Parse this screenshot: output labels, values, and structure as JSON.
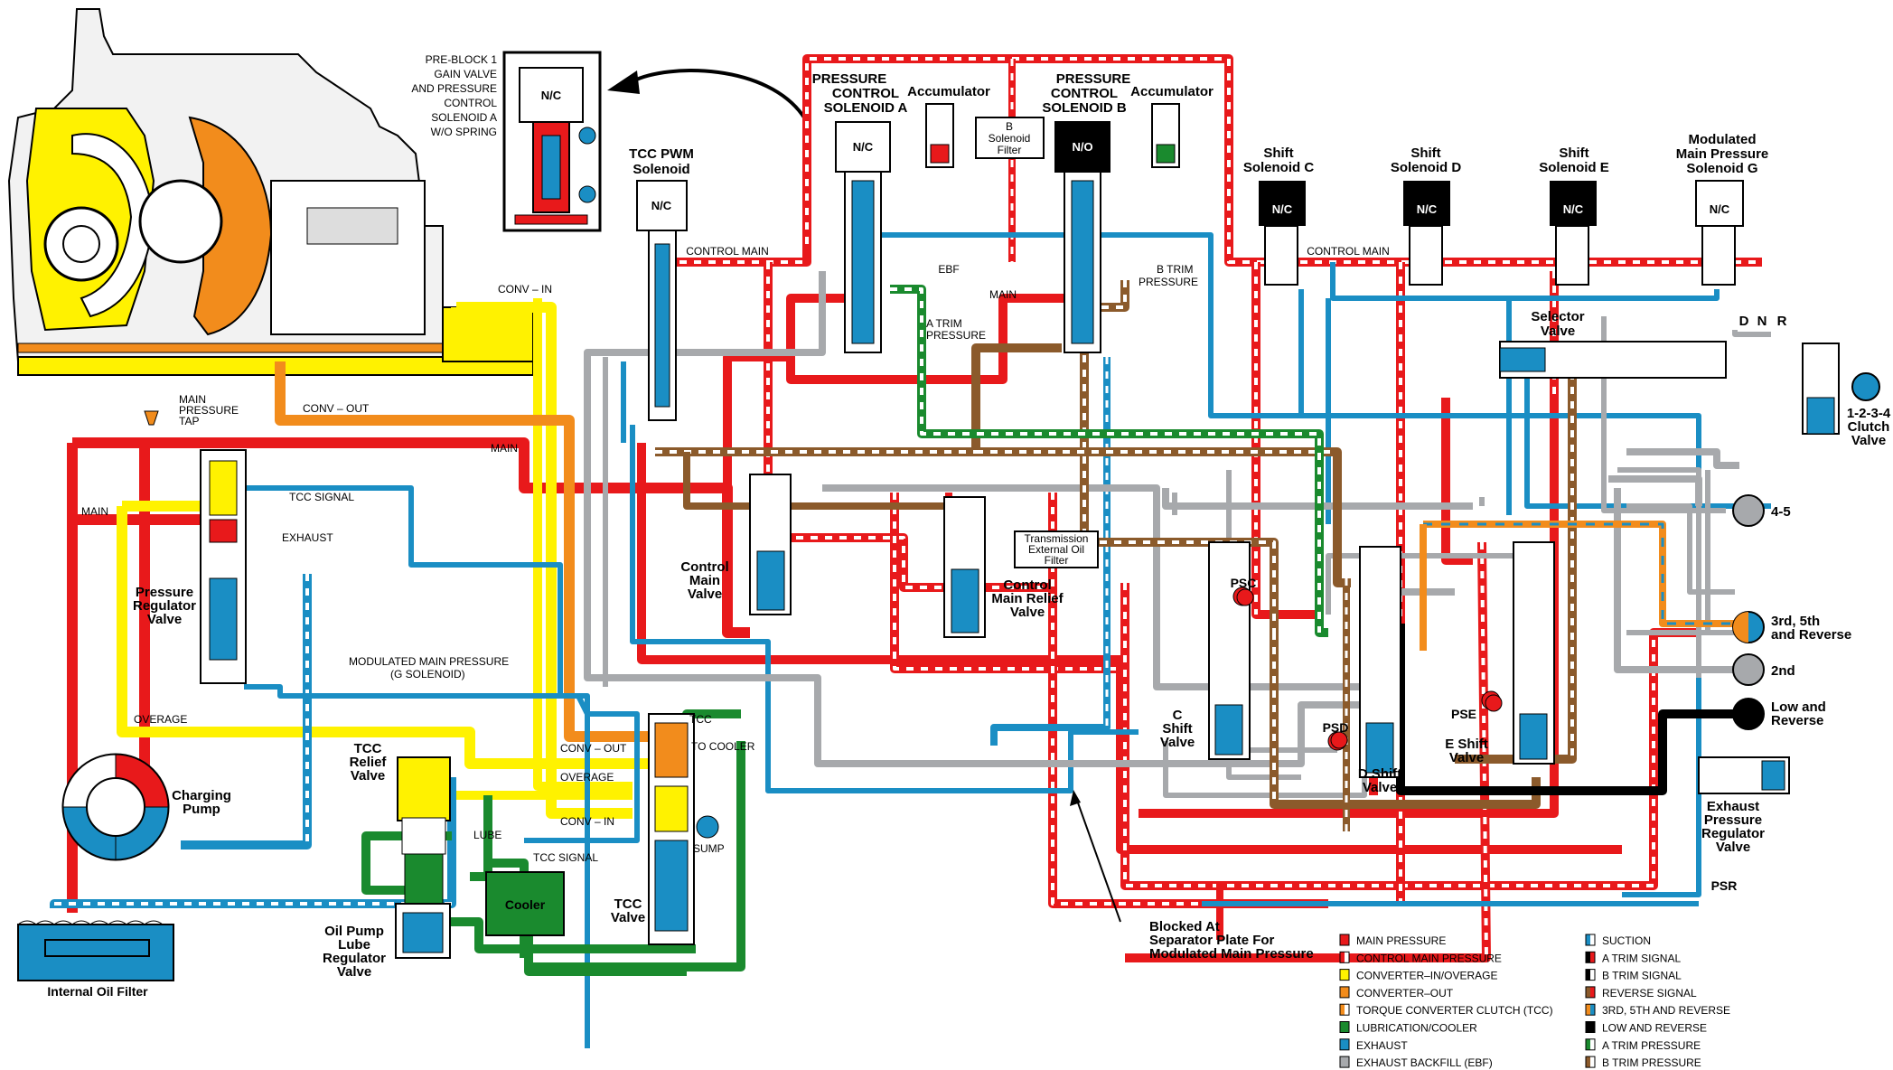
{
  "labels": {
    "preblock_note": [
      "PRE-BLOCK 1",
      "GAIN VALVE",
      "AND PRESSURE",
      "CONTROL",
      "SOLENOID A",
      "W/O SPRING"
    ],
    "nc": "N/C",
    "no": "N/O",
    "pcs_a": [
      "PRESSURE",
      "CONTROL",
      "SOLENOID A"
    ],
    "pcs_b": [
      "PRESSURE",
      "CONTROL",
      "SOLENOID B"
    ],
    "accumulator": "Accumulator",
    "b_solenoid_filter": [
      "B",
      "Solenoid",
      "Filter"
    ],
    "tcc_pwm": [
      "TCC PWM",
      "Solenoid"
    ],
    "shift_c": [
      "Shift",
      "Solenoid C"
    ],
    "shift_d": [
      "Shift",
      "Solenoid D"
    ],
    "shift_e": [
      "Shift",
      "Solenoid E"
    ],
    "mod_main": [
      "Modulated",
      "Main Pressure",
      "Solenoid G"
    ],
    "control_main": "CONTROL MAIN",
    "ebf": "EBF",
    "main": "MAIN",
    "a_trim_pressure": [
      "A TRIM",
      "PRESSURE"
    ],
    "b_trim_pressure": [
      "B TRIM",
      "PRESSURE"
    ],
    "selector_valve": [
      "Selector",
      "Valve"
    ],
    "dnr": [
      "D",
      "N",
      "R"
    ],
    "clutch_1234": [
      "1-2-3-4",
      "Clutch",
      "Valve"
    ],
    "c45": "4-5",
    "c3r": [
      "3rd, 5th",
      "and Reverse"
    ],
    "c2nd": "2nd",
    "clr": [
      "Low and",
      "Reverse"
    ],
    "epr": [
      "Exhaust",
      "Pressure",
      "Regulator",
      "Valve"
    ],
    "psr": "PSR",
    "psc": "PSC",
    "psd": "PSD",
    "pse": "PSE",
    "c_shift": [
      "C",
      "Shift",
      "Valve"
    ],
    "d_shift": [
      "D Shift",
      "Valve"
    ],
    "e_shift": [
      "E Shift",
      "Valve"
    ],
    "control_main_valve": [
      "Control",
      "Main",
      "Valve"
    ],
    "cm_relief": [
      "Control",
      "Main Relief",
      "Valve"
    ],
    "ext_filter": [
      "Transmission",
      "External Oil",
      "Filter"
    ],
    "conv_in": "CONV – IN",
    "conv_out": "CONV – OUT",
    "main_tap": [
      "MAIN",
      "PRESSURE",
      "TAP"
    ],
    "tcc_signal": "TCC SIGNAL",
    "exhaust": "EXHAUST",
    "pressure_reg": [
      "Pressure",
      "Regulator",
      "Valve"
    ],
    "mod_main_line": [
      "MODULATED MAIN PRESSURE",
      "(G SOLENOID)"
    ],
    "overage": "OVERAGE",
    "tcc_relief": [
      "TCC",
      "Relief",
      "Valve"
    ],
    "tcc": "TCC",
    "to_cooler": "TO COOLER",
    "sump": "SUMP",
    "lube": "LUBE",
    "cooler": "Cooler",
    "tcc_valve": [
      "TCC",
      "Valve"
    ],
    "charging_pump": [
      "Charging",
      "Pump"
    ],
    "oil_pump_lube": [
      "Oil Pump",
      "Lube",
      "Regulator",
      "Valve"
    ],
    "internal_filter": "Internal Oil Filter",
    "blocked_note": [
      "Blocked At",
      "Separator Plate For",
      "Modulated Main Pressure"
    ]
  },
  "legend": [
    {
      "label": "MAIN PRESSURE",
      "colors": [
        "#e8191b",
        "#e8191b"
      ]
    },
    {
      "label": "CONTROL MAIN PRESSURE",
      "colors": [
        "#e8191b",
        "#ffffff"
      ]
    },
    {
      "label": "CONVERTER–IN/OVERAGE",
      "colors": [
        "#fff200",
        "#fff200"
      ]
    },
    {
      "label": "CONVERTER–OUT",
      "colors": [
        "#f28c1c",
        "#f28c1c"
      ]
    },
    {
      "label": "TORQUE CONVERTER CLUTCH (TCC)",
      "colors": [
        "#f28c1c",
        "#ffffff"
      ]
    },
    {
      "label": "LUBRICATION/COOLER",
      "colors": [
        "#1a8a2e",
        "#1a8a2e"
      ]
    },
    {
      "label": "EXHAUST",
      "colors": [
        "#1a8ec4",
        "#1a8ec4"
      ]
    },
    {
      "label": "EXHAUST BACKFILL (EBF)",
      "colors": [
        "#a7a9ac",
        "#a7a9ac"
      ]
    },
    {
      "label": "SUCTION",
      "colors": [
        "#1a8ec4",
        "#ffffff"
      ]
    },
    {
      "label": "A TRIM SIGNAL",
      "colors": [
        "#000000",
        "#e8191b"
      ]
    },
    {
      "label": "B TRIM SIGNAL",
      "colors": [
        "#000000",
        "#ffffff"
      ]
    },
    {
      "label": "REVERSE SIGNAL",
      "colors": [
        "#8b5a2b",
        "#e8191b"
      ]
    },
    {
      "label": "3RD, 5TH AND REVERSE",
      "colors": [
        "#f28c1c",
        "#1a8ec4"
      ]
    },
    {
      "label": "LOW AND REVERSE",
      "colors": [
        "#000000",
        "#000000"
      ]
    },
    {
      "label": "A TRIM PRESSURE",
      "colors": [
        "#1a8a2e",
        "#ffffff"
      ]
    },
    {
      "label": "B TRIM PRESSURE",
      "colors": [
        "#8b5a2b",
        "#ffffff"
      ]
    }
  ],
  "colors": {
    "main": "#e8191b",
    "yellow": "#fff200",
    "orange": "#f28c1c",
    "green": "#1a8a2e",
    "blue": "#1a8ec4",
    "gray": "#a7a9ac",
    "brown": "#8b5a2b",
    "black": "#000000"
  }
}
